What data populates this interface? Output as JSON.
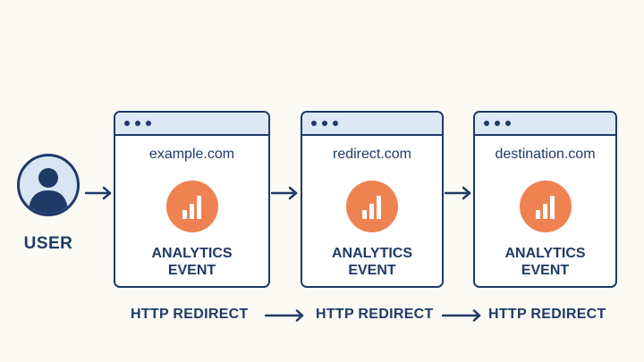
{
  "user": {
    "label": "USER",
    "icon": "user-avatar-icon"
  },
  "windows": [
    {
      "domain": "example.com",
      "event_line1": "ANALYTICS",
      "event_line2": "EVENT"
    },
    {
      "domain": "redirect.com",
      "event_line1": "ANALYTICS",
      "event_line2": "EVENT"
    },
    {
      "domain": "destination.com",
      "event_line1": "ANALYTICS",
      "event_line2": "EVENT"
    }
  ],
  "redirects": [
    "HTTP REDIRECT",
    "HTTP REDIRECT",
    "HTTP REDIRECT"
  ],
  "colors": {
    "navy": "#1f3a66",
    "accent_orange": "#ee8250",
    "titlebar_blue": "#dce8f4",
    "background": "#fbfaf5"
  }
}
